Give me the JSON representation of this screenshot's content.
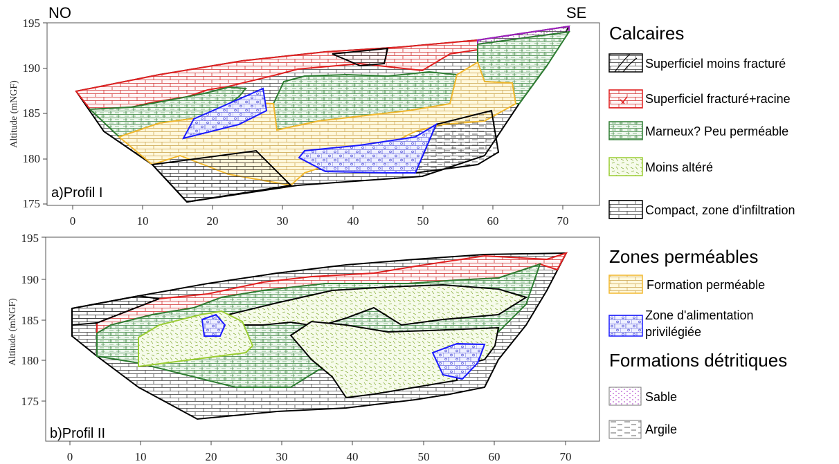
{
  "profile1": {
    "label": "a)Profil I",
    "direction_left": "NO",
    "direction_right": "SE",
    "ylabel": "Altitude (mNGF)",
    "yticks": [
      "175",
      "180",
      "185",
      "190",
      "195"
    ],
    "xticks": [
      "0",
      "10",
      "20",
      "30",
      "40",
      "50",
      "60",
      "70"
    ]
  },
  "profile2": {
    "label": "b)Profil II",
    "ylabel": "Altitude (mNGF)",
    "yticks": [
      "175",
      "180",
      "185",
      "190",
      "195"
    ],
    "xticks": [
      "0",
      "10",
      "20",
      "30",
      "40",
      "50",
      "60",
      "70"
    ]
  },
  "legend": {
    "calcaires_title": "Calcaires",
    "calcaires": [
      {
        "label": "Superficiel moins fracturé",
        "color": "#000000"
      },
      {
        "label": "Superficiel fracturé+racine",
        "color": "#e02020"
      },
      {
        "label": "Marneux? Peu perméable",
        "color": "#2e7d32"
      },
      {
        "label": "Moins altéré",
        "color": "#9acd32"
      },
      {
        "label": "Compact, zone d'infiltration",
        "color": "#000000"
      }
    ],
    "permeables_title": "Zones perméables",
    "permeables": [
      {
        "label": "Formation perméable",
        "color": "#f2b82e"
      },
      {
        "label_line1": "Zone d'alimentation",
        "label_line2": "privilégiée",
        "color": "#1a1aff"
      }
    ],
    "detritiques_title": "Formations détritiques",
    "detritiques": [
      {
        "label": "Sable",
        "color": "#a020c0"
      },
      {
        "label": "Argile",
        "color": "#000000"
      }
    ]
  },
  "colors": {
    "red": "#e02020",
    "green": "#2e7d32",
    "yellow": "#f2b82e",
    "blue": "#1a1aff",
    "lime": "#9acd32",
    "purple": "#a020c0"
  }
}
